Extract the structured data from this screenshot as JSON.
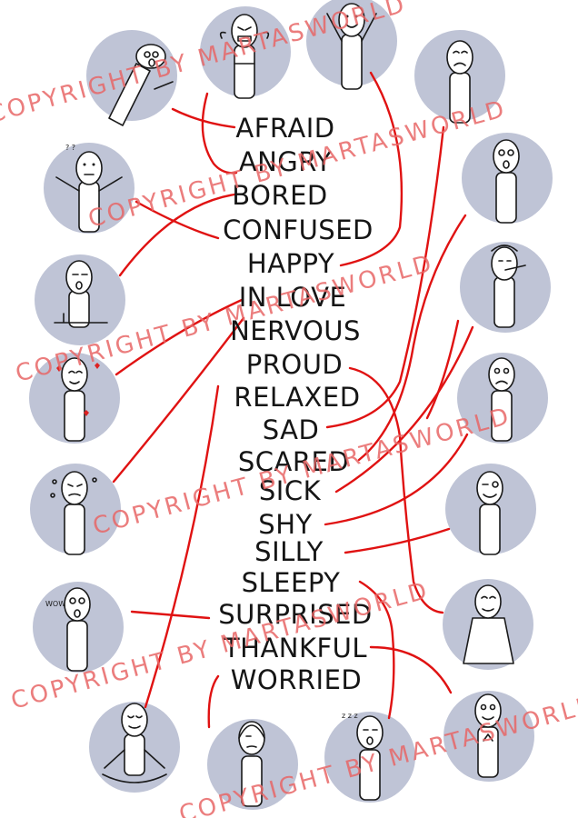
{
  "words": [
    "AFRAID",
    "ANGRY",
    "BORED",
    "CONFUSED",
    "HAPPY",
    "IN LOVE",
    "NERVOUS",
    "PROUD",
    "RELAXED",
    "SAD",
    "SCARED",
    "SICK",
    "SHY",
    "SILLY",
    "SLEEPY",
    "SURPRISED",
    "THANKFUL",
    "WORRIED"
  ],
  "watermark": "COPYRIGHT BY MARTASWORLD",
  "icons": {
    "question_marks": "? ?",
    "sleep_zs": "z z z",
    "wow_bubble": "WOW"
  },
  "colors": {
    "line": "#e01212",
    "circle": "#bfc4d6",
    "watermark": "#e86767",
    "text": "#151515"
  }
}
